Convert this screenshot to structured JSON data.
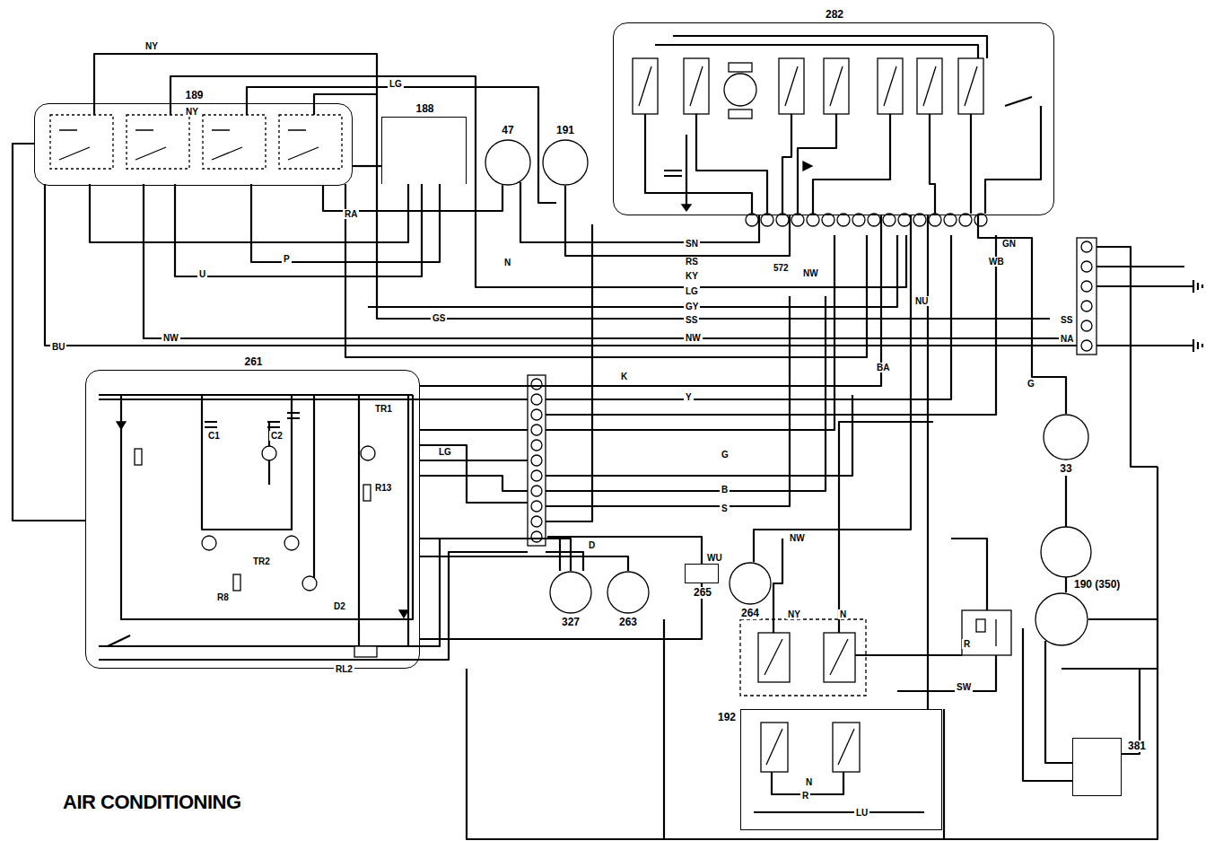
{
  "diagram": {
    "title": "AIR CONDITIONING",
    "nodes": [
      {
        "text": [
          "189"
        ]
      },
      {
        "text": [
          "188"
        ]
      },
      {
        "text": [
          "47"
        ]
      },
      {
        "text": [
          "191"
        ]
      },
      {
        "text": [
          "282"
        ]
      },
      {
        "text": [
          "261"
        ]
      },
      {
        "text": [
          "327"
        ]
      },
      {
        "text": [
          "263"
        ]
      },
      {
        "text": [
          "265"
        ]
      },
      {
        "text": [
          "264"
        ]
      },
      {
        "text": [
          "192"
        ]
      },
      {
        "text": [
          "33"
        ]
      },
      {
        "text": [
          "190 (350)"
        ]
      },
      {
        "text": [
          "381"
        ]
      }
    ],
    "edges": [
      {
        "from": 0,
        "to": 1,
        "arrow": "none"
      },
      {
        "from": 0,
        "to": 2,
        "arrow": "none"
      },
      {
        "from": 2,
        "to": 4,
        "arrow": "none"
      },
      {
        "from": 3,
        "to": 4,
        "arrow": "none"
      },
      {
        "from": 5,
        "to": 6,
        "arrow": "none"
      },
      {
        "from": 5,
        "to": 7,
        "arrow": "none"
      },
      {
        "from": 4,
        "to": 9,
        "arrow": "none"
      },
      {
        "from": 4,
        "to": 10,
        "arrow": "none"
      },
      {
        "from": 4,
        "to": 11,
        "arrow": "none"
      },
      {
        "from": 12,
        "to": 13,
        "arrow": "none"
      },
      {
        "from": 5,
        "to": 4,
        "arrow": "none"
      },
      {
        "from": 0,
        "to": 5,
        "arrow": "none"
      },
      {
        "from": 5,
        "to": 8,
        "arrow": "none"
      }
    ],
    "labels": [
      "572",
      "NY",
      "NY",
      "LG",
      "RA",
      "U",
      "P",
      "BU",
      "NW",
      "GS",
      "N",
      "SN",
      "RS",
      "KY",
      "LG",
      "GY",
      "SS",
      "NW",
      "NW",
      "GN",
      "WB",
      "SS",
      "NA",
      "BA",
      "NU",
      "K",
      "Y",
      "G",
      "B",
      "S",
      "NW",
      "WU",
      "D",
      "G",
      "LG",
      "NY",
      "N",
      "R",
      "SW",
      "LU",
      "N",
      "R",
      "C1",
      "C2",
      "TR1",
      "R13",
      "D2",
      "RL2",
      "TR2",
      "R8"
    ]
  }
}
